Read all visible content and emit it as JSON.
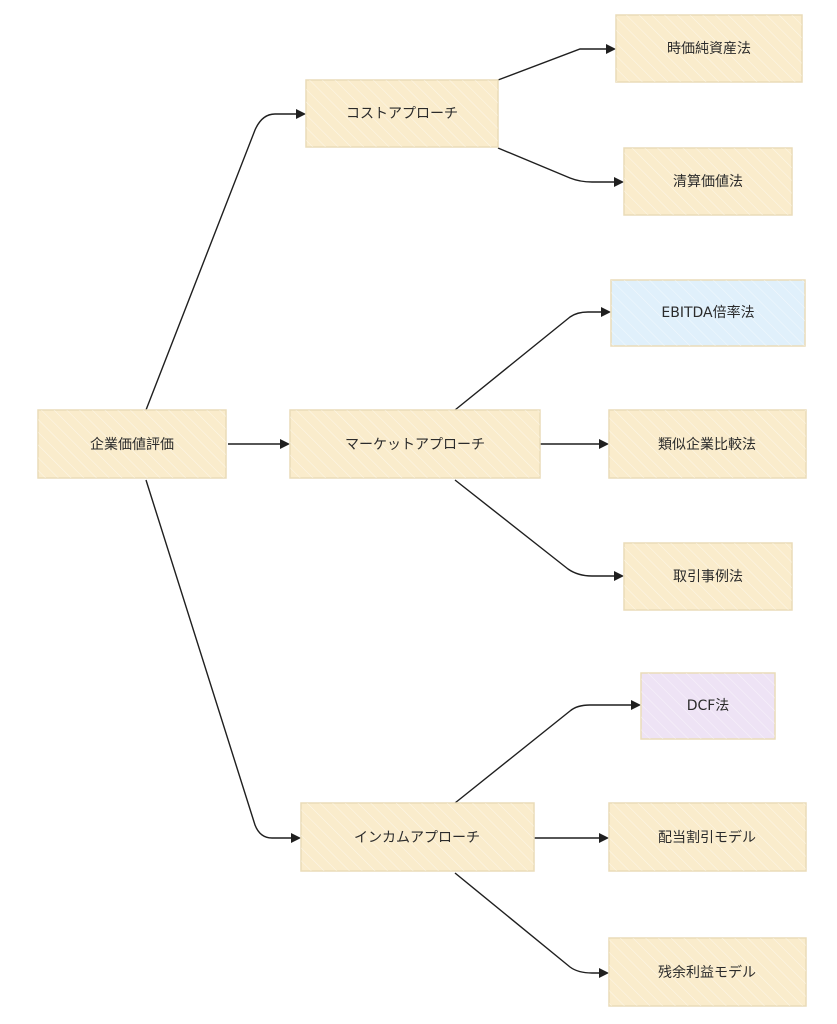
{
  "colors": {
    "default_fill": "#faeccc",
    "blue_fill": "#e0f0fb",
    "purple_fill": "#eee3f5",
    "edge": "#1f1f1f"
  },
  "nodes": {
    "root": {
      "label": "企業価値評価",
      "fill": "#faeccc"
    },
    "cost": {
      "label": "コストアプローチ",
      "fill": "#faeccc"
    },
    "market": {
      "label": "マーケットアプローチ",
      "fill": "#faeccc"
    },
    "income": {
      "label": "インカムアプローチ",
      "fill": "#faeccc"
    },
    "mark_to_market": {
      "label": "時価純資産法",
      "fill": "#faeccc"
    },
    "liquidation": {
      "label": "清算価値法",
      "fill": "#faeccc"
    },
    "ebitda": {
      "label": "EBITDA倍率法",
      "fill": "#e0f0fb"
    },
    "comparable": {
      "label": "類似企業比較法",
      "fill": "#faeccc"
    },
    "transaction": {
      "label": "取引事例法",
      "fill": "#faeccc"
    },
    "dcf": {
      "label": "DCF法",
      "fill": "#eee3f5"
    },
    "dividend": {
      "label": "配当割引モデル",
      "fill": "#faeccc"
    },
    "residual": {
      "label": "残余利益モデル",
      "fill": "#faeccc"
    }
  },
  "edges": [
    {
      "from": "root",
      "to": "cost"
    },
    {
      "from": "root",
      "to": "market"
    },
    {
      "from": "root",
      "to": "income"
    },
    {
      "from": "cost",
      "to": "mark_to_market"
    },
    {
      "from": "cost",
      "to": "liquidation"
    },
    {
      "from": "market",
      "to": "ebitda"
    },
    {
      "from": "market",
      "to": "comparable"
    },
    {
      "from": "market",
      "to": "transaction"
    },
    {
      "from": "income",
      "to": "dcf"
    },
    {
      "from": "income",
      "to": "dividend"
    },
    {
      "from": "income",
      "to": "residual"
    }
  ]
}
